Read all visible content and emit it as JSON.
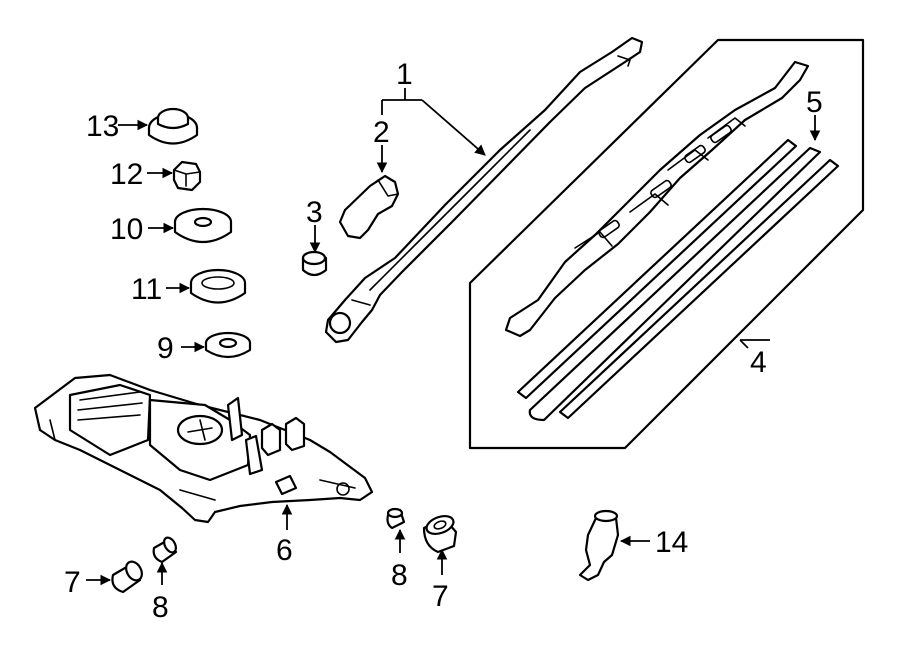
{
  "callouts": {
    "c1": "1",
    "c2": "2",
    "c3": "3",
    "c4": "4",
    "c5": "5",
    "c6": "6",
    "c7a": "7",
    "c7b": "7",
    "c8a": "8",
    "c8b": "8",
    "c9": "9",
    "c10": "10",
    "c11": "11",
    "c12": "12",
    "c13": "13",
    "c14": "14"
  }
}
